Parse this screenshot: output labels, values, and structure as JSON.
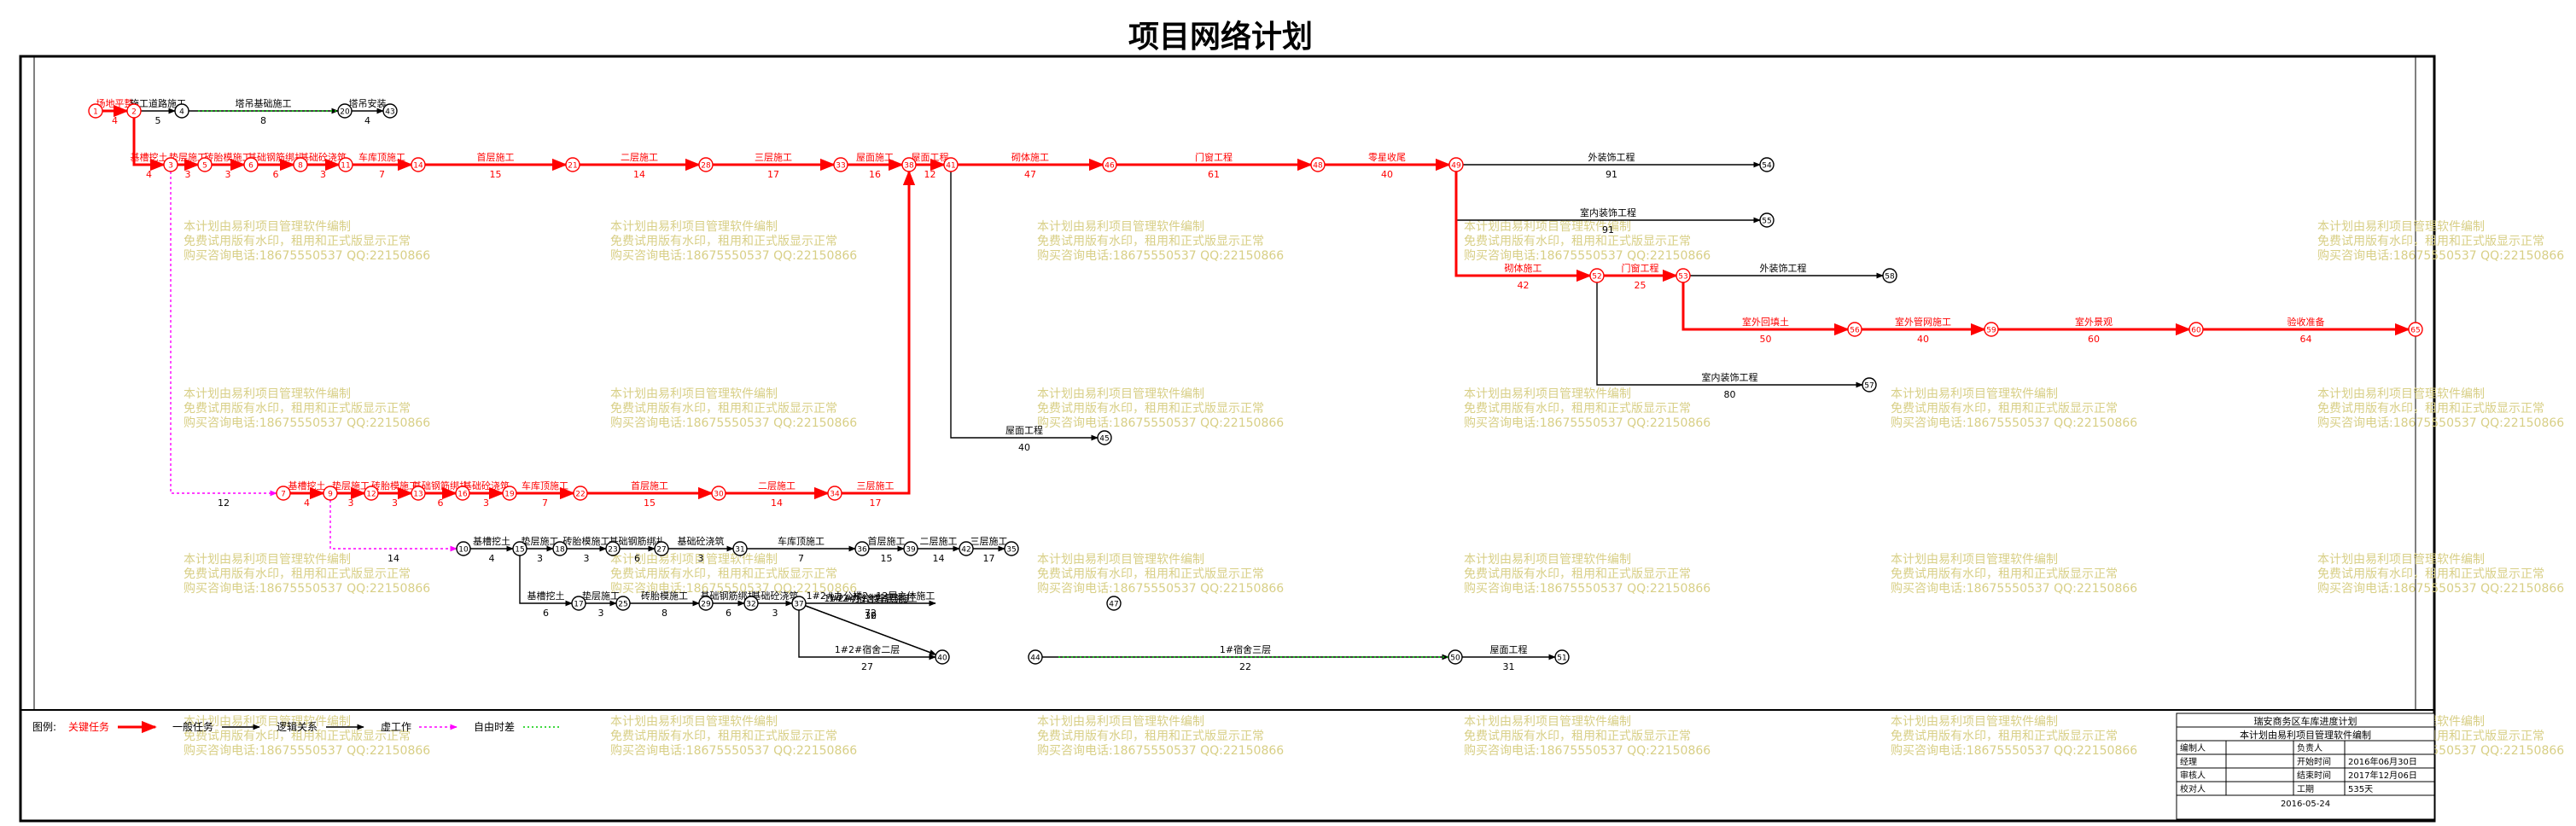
{
  "title": "项目网络计划",
  "watermark": {
    "lines": [
      "本计划由易利项目管理软件编制",
      "免费试用版有水印，租用和正式版显示正常",
      "购买咨询电话:18675550537 QQ:22150866"
    ],
    "color": "#d8cf86"
  },
  "colors": {
    "critical": "#ff0000",
    "normal": "#000000",
    "virtual": "#ff00ff",
    "float": "#00cc00"
  },
  "legend": {
    "prefix": "图例:",
    "items": [
      {
        "label": "关键任务",
        "kind": "critical"
      },
      {
        "label": "一般任务",
        "kind": "normal"
      },
      {
        "label": "逻辑关系",
        "kind": "normal"
      },
      {
        "label": "虚工作",
        "kind": "virtual"
      },
      {
        "label": "自由时差",
        "kind": "float"
      }
    ]
  },
  "title_block": {
    "project": "瑞安商务区车库进度计划",
    "subtitle": "本计划由易利项目管理软件编制",
    "rows": [
      [
        "编制人",
        "",
        "负责人",
        ""
      ],
      [
        "经理",
        "",
        "开始时间",
        "2016年06月30日"
      ],
      [
        "审核人",
        "",
        "结束时间",
        "2017年12月06日"
      ],
      [
        "校对人",
        "",
        "工期",
        "535天"
      ]
    ],
    "date": "2016-05-24"
  },
  "network": {
    "nodes": [
      {
        "id": "1"
      },
      {
        "id": "2"
      },
      {
        "id": "4"
      },
      {
        "id": "20"
      },
      {
        "id": "43"
      },
      {
        "id": "3"
      },
      {
        "id": "5"
      },
      {
        "id": "6"
      },
      {
        "id": "8"
      },
      {
        "id": "11"
      },
      {
        "id": "14"
      },
      {
        "id": "21"
      },
      {
        "id": "28"
      },
      {
        "id": "33"
      },
      {
        "id": "38"
      },
      {
        "id": "41"
      },
      {
        "id": "46"
      },
      {
        "id": "48"
      },
      {
        "id": "49"
      },
      {
        "id": "54"
      },
      {
        "id": "55"
      },
      {
        "id": "52"
      },
      {
        "id": "53"
      },
      {
        "id": "58"
      },
      {
        "id": "56"
      },
      {
        "id": "59"
      },
      {
        "id": "60"
      },
      {
        "id": "65"
      },
      {
        "id": "57"
      },
      {
        "id": "45"
      },
      {
        "id": "7"
      },
      {
        "id": "9"
      },
      {
        "id": "12"
      },
      {
        "id": "13"
      },
      {
        "id": "16"
      },
      {
        "id": "19"
      },
      {
        "id": "22"
      },
      {
        "id": "30"
      },
      {
        "id": "34"
      },
      {
        "id": "10"
      },
      {
        "id": "15"
      },
      {
        "id": "18"
      },
      {
        "id": "23"
      },
      {
        "id": "27"
      },
      {
        "id": "31"
      },
      {
        "id": "36"
      },
      {
        "id": "39"
      },
      {
        "id": "42"
      },
      {
        "id": "35"
      },
      {
        "id": "17"
      },
      {
        "id": "25"
      },
      {
        "id": "29"
      },
      {
        "id": "32"
      },
      {
        "id": "37"
      },
      {
        "id": "47"
      },
      {
        "id": "40"
      },
      {
        "id": "44"
      },
      {
        "id": "50"
      },
      {
        "id": "51"
      }
    ],
    "activities": [
      {
        "from": "1",
        "to": "2",
        "name": "场地平整",
        "dur": "4",
        "kind": "critical"
      },
      {
        "from": "2",
        "to": "4",
        "name": "施工道路施工",
        "dur": "5",
        "kind": "normal"
      },
      {
        "from": "4",
        "to": "20",
        "name": "塔吊基础施工",
        "dur": "8",
        "kind": "normal"
      },
      {
        "from": "20",
        "to": "43",
        "name": "塔吊安装",
        "dur": "4",
        "kind": "normal"
      },
      {
        "from": "2",
        "to": "3",
        "name": "基槽挖土",
        "dur": "4",
        "kind": "critical"
      },
      {
        "from": "3",
        "to": "5",
        "name": "垫层施工",
        "dur": "3",
        "kind": "critical"
      },
      {
        "from": "5",
        "to": "6",
        "name": "砖胎模施工",
        "dur": "3",
        "kind": "critical"
      },
      {
        "from": "6",
        "to": "8",
        "name": "基础钢筋绑扎",
        "dur": "6",
        "kind": "critical"
      },
      {
        "from": "8",
        "to": "11",
        "name": "基础砼浇筑",
        "dur": "3",
        "kind": "critical"
      },
      {
        "from": "11",
        "to": "14",
        "name": "车库顶施工",
        "dur": "7",
        "kind": "critical"
      },
      {
        "from": "14",
        "to": "21",
        "name": "首层施工",
        "dur": "15",
        "kind": "critical"
      },
      {
        "from": "21",
        "to": "28",
        "name": "二层施工",
        "dur": "14",
        "kind": "critical"
      },
      {
        "from": "28",
        "to": "33",
        "name": "三层施工",
        "dur": "17",
        "kind": "critical"
      },
      {
        "from": "33",
        "to": "38",
        "name": "屋面施工",
        "dur": "16",
        "kind": "critical"
      },
      {
        "from": "38",
        "to": "41",
        "name": "屋面工程",
        "dur": "12",
        "kind": "critical"
      },
      {
        "from": "41",
        "to": "46",
        "name": "砌体施工",
        "dur": "47",
        "kind": "critical"
      },
      {
        "from": "46",
        "to": "48",
        "name": "门窗工程",
        "dur": "61",
        "kind": "critical"
      },
      {
        "from": "48",
        "to": "49",
        "name": "零星收尾",
        "dur": "40",
        "kind": "critical"
      },
      {
        "from": "49",
        "to": "54",
        "name": "外装饰工程",
        "dur": "91",
        "kind": "normal"
      },
      {
        "from": "49",
        "to": "55",
        "name": "室内装饰工程",
        "dur": "91",
        "kind": "normal"
      },
      {
        "from": "49",
        "to": "52",
        "name": "砌体施工",
        "dur": "42",
        "kind": "critical"
      },
      {
        "from": "52",
        "to": "53",
        "name": "门窗工程",
        "dur": "25",
        "kind": "critical"
      },
      {
        "from": "53",
        "to": "58",
        "name": "外装饰工程",
        "dur": "",
        "kind": "normal"
      },
      {
        "from": "53",
        "to": "56",
        "name": "室外回填土",
        "dur": "50",
        "kind": "critical"
      },
      {
        "from": "56",
        "to": "59",
        "name": "室外管网施工",
        "dur": "40",
        "kind": "critical"
      },
      {
        "from": "59",
        "to": "60",
        "name": "室外景观",
        "dur": "60",
        "kind": "critical"
      },
      {
        "from": "60",
        "to": "65",
        "name": "验收准备",
        "dur": "64",
        "kind": "critical"
      },
      {
        "from": "52",
        "to": "57",
        "name": "室内装饰工程",
        "dur": "80",
        "kind": "normal"
      },
      {
        "from": "41",
        "to": "45",
        "name": "屋面工程",
        "dur": "40",
        "kind": "normal"
      },
      {
        "from": "3",
        "to": "7",
        "name": "",
        "dur": "12",
        "kind": "virtual"
      },
      {
        "from": "7",
        "to": "9",
        "name": "基槽挖土",
        "dur": "4",
        "kind": "critical"
      },
      {
        "from": "9",
        "to": "12",
        "name": "垫层施工",
        "dur": "3",
        "kind": "critical"
      },
      {
        "from": "12",
        "to": "13",
        "name": "砖胎模施工",
        "dur": "3",
        "kind": "critical"
      },
      {
        "from": "13",
        "to": "16",
        "name": "基础钢筋绑扎",
        "dur": "6",
        "kind": "critical"
      },
      {
        "from": "16",
        "to": "19",
        "name": "基础砼浇筑",
        "dur": "3",
        "kind": "critical"
      },
      {
        "from": "19",
        "to": "22",
        "name": "车库顶施工",
        "dur": "7",
        "kind": "critical"
      },
      {
        "from": "22",
        "to": "30",
        "name": "首层施工",
        "dur": "15",
        "kind": "critical"
      },
      {
        "from": "30",
        "to": "34",
        "name": "二层施工",
        "dur": "14",
        "kind": "critical"
      },
      {
        "from": "34",
        "to": "38",
        "name": "三层施工",
        "dur": "17",
        "kind": "critical"
      },
      {
        "from": "9",
        "to": "10",
        "name": "",
        "dur": "14",
        "kind": "virtual"
      },
      {
        "from": "10",
        "to": "15",
        "name": "基槽挖土",
        "dur": "4",
        "kind": "normal"
      },
      {
        "from": "15",
        "to": "18",
        "name": "垫层施工",
        "dur": "3",
        "kind": "normal"
      },
      {
        "from": "18",
        "to": "23",
        "name": "砖胎模施工",
        "dur": "3",
        "kind": "normal"
      },
      {
        "from": "23",
        "to": "27",
        "name": "基础钢筋绑扎",
        "dur": "6",
        "kind": "normal"
      },
      {
        "from": "27",
        "to": "31",
        "name": "基础砼浇筑",
        "dur": "3",
        "kind": "normal"
      },
      {
        "from": "31",
        "to": "36",
        "name": "车库顶施工",
        "dur": "7",
        "kind": "normal"
      },
      {
        "from": "36",
        "to": "39",
        "name": "首层施工",
        "dur": "15",
        "kind": "normal"
      },
      {
        "from": "39",
        "to": "42",
        "name": "二层施工",
        "dur": "14",
        "kind": "normal"
      },
      {
        "from": "42",
        "to": "35",
        "name": "三层施工",
        "dur": "17",
        "kind": "normal"
      },
      {
        "from": "15",
        "to": "17",
        "name": "基槽挖土",
        "dur": "6",
        "kind": "normal"
      },
      {
        "from": "17",
        "to": "25",
        "name": "垫层施工",
        "dur": "3",
        "kind": "normal"
      },
      {
        "from": "25",
        "to": "29",
        "name": "砖胎模施工",
        "dur": "8",
        "kind": "normal"
      },
      {
        "from": "29",
        "to": "32",
        "name": "基础钢筋绑扎",
        "dur": "6",
        "kind": "normal"
      },
      {
        "from": "32",
        "to": "37",
        "name": "基础砼浇筑",
        "dur": "3",
        "kind": "normal"
      },
      {
        "from": "37",
        "to": "40",
        "name": "1#2#办公楼首层施工",
        "dur": "10",
        "kind": "normal"
      },
      {
        "from": "37",
        "to": "47",
        "name": "1#2#办公楼2~12层主体施工",
        "dur": "72",
        "kind": "normal"
      },
      {
        "from": "37",
        "to": "40",
        "name": "1#2#宿舍首层施工",
        "dur": "32",
        "kind": "normal"
      },
      {
        "from": "40",
        "to": "44",
        "name": "1#2#宿舍二层",
        "dur": "27",
        "kind": "normal"
      },
      {
        "from": "44",
        "to": "50",
        "name": "1#宿舍三层",
        "dur": "22",
        "kind": "normal"
      },
      {
        "from": "50",
        "to": "51",
        "name": "屋面工程",
        "dur": "31",
        "kind": "normal"
      }
    ]
  }
}
